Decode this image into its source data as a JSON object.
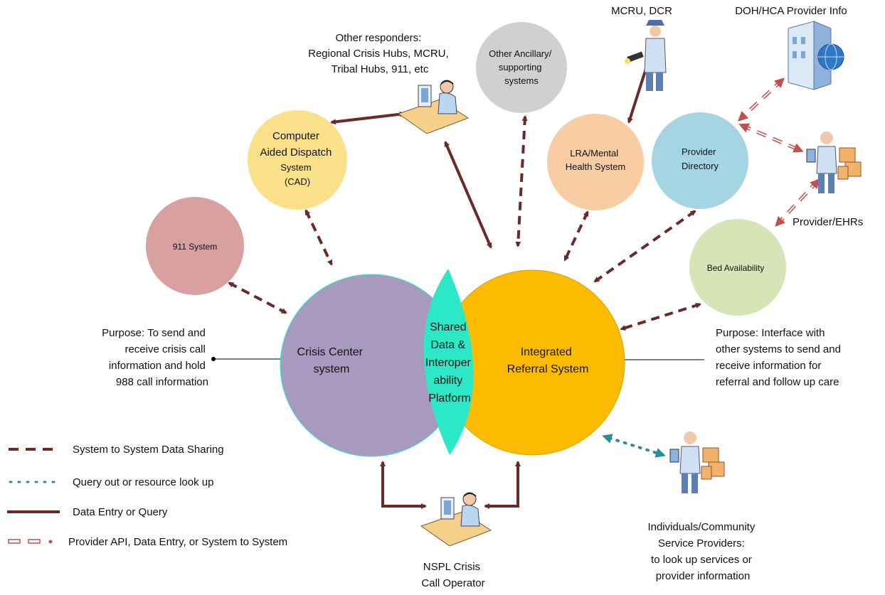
{
  "nodes": {
    "crisis_center": {
      "lines": [
        "Crisis Center",
        "system"
      ],
      "color": "#a899bf"
    },
    "referral": {
      "lines": [
        "Integrated",
        "Referral System"
      ],
      "color": "#fdbb00"
    },
    "shared": {
      "lines": [
        "Shared",
        "Data &",
        "Interoper",
        "ability",
        "Platform"
      ],
      "color": "#2ce8c6"
    },
    "system_911": {
      "lines": [
        "911 System"
      ],
      "color": "#d8a09e"
    },
    "cad": {
      "lines": [
        "Computer",
        "Aided Dispatch",
        "System",
        "(CAD)"
      ],
      "color": "#fbe08a"
    },
    "ancillary": {
      "lines": [
        "Other Ancillary/",
        "supporting",
        "systems"
      ],
      "color": "#d0d0d0"
    },
    "lra": {
      "lines": [
        "LRA/Mental",
        "Health System"
      ],
      "color": "#f9cda4"
    },
    "provider_directory": {
      "lines": [
        "Provider",
        "Directory"
      ],
      "color": "#a5d5e3"
    },
    "bed_availability": {
      "lines": [
        "Bed Availability"
      ],
      "color": "#d6e4b7"
    }
  },
  "labels": {
    "other_responders": [
      "Other responders:",
      "Regional Crisis Hubs, MCRU,",
      "Tribal Hubs, 911, etc"
    ],
    "mcru_dcr": [
      "MCRU, DCR"
    ],
    "doh_hca": [
      "DOH/HCA Provider Info"
    ],
    "provider_ehrs": [
      "Provider/EHRs"
    ],
    "purpose_left": [
      "Purpose: To send and",
      "receive crisis call",
      "information and hold",
      "988 call information"
    ],
    "purpose_right": [
      "Purpose:  Interface with",
      "other systems to send and",
      "receive information for",
      "referral and follow up care"
    ],
    "nspl": [
      "NSPL Crisis",
      "Call Operator"
    ],
    "individuals": [
      "Individuals/Community",
      "Service Providers:",
      "to look up services or",
      "provider information"
    ]
  },
  "legend": [
    {
      "label": "System to System Data Sharing",
      "style": "dashed",
      "color": "#6b2a2a"
    },
    {
      "label": "Query out or resource look up",
      "style": "dotted",
      "color": "#2e8c99"
    },
    {
      "label": "Data Entry or Query",
      "style": "solid",
      "color": "#6b2a2a"
    },
    {
      "label": "Provider API, Data Entry, or System to System",
      "style": "hollow-dash",
      "color": "#c0504d"
    }
  ],
  "icons": {
    "other_responders": "operator-at-desk-icon",
    "nspl": "operator-at-desk-icon",
    "mcru_dcr": "police-officer-with-flashlight-icon",
    "doh_hca": "building-with-globe-icon",
    "provider_ehrs": "person-with-files-icon",
    "individuals": "person-with-files-icon"
  }
}
